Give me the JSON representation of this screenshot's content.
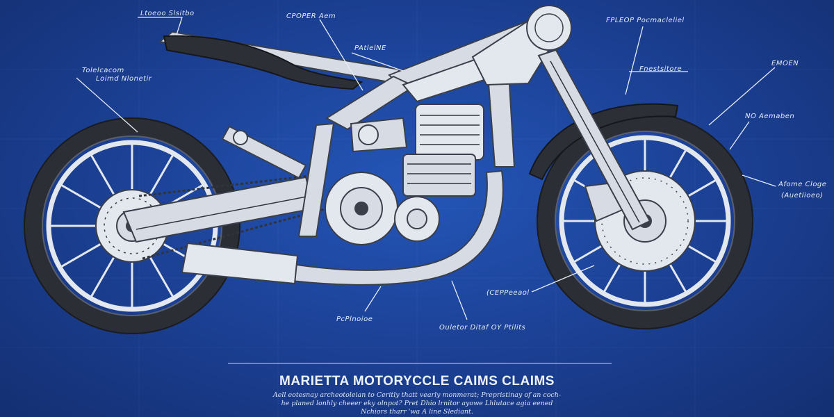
{
  "callouts": {
    "top_left": "Ltoeoo Slsitbo",
    "left_upper": "Tolelcacom",
    "left_lower": "Loimd Nlonetir",
    "frame_top": "CPOPER Aem",
    "frame_mid": "PAtlelNE",
    "right_top": "FPLEOP Pocmacleliel",
    "right_fork": "Fnestsitore",
    "right_fender": "EMOEN",
    "right_axle": "NO Aemaben",
    "right_brake_line1": "Afome Cloge",
    "right_brake_line2": "(Auetlioeo)",
    "caliper": "(CEPPeeaol",
    "footpeg": "PcPlnoioe",
    "exhaust": "Ouletor Ditaf OY Ptilits"
  },
  "caption": {
    "title": "MARIETTA MOTORYCCLE CAIMS CLAIMS",
    "line1": "Aell eotesnay archeotoleian to Ceritly thatt vearly monmerat; Prepristinay of an coch-",
    "line2": "he planed lonhly cheeer eky olnpot? Pret Dhio lrnitor ayowe Lhlutace agia eened",
    "line3": "Nchiors tharr 'wa A line Slediant."
  },
  "colors": {
    "background": "#1b3f92",
    "line": "#e6ecf7",
    "metal": "#d6dbe4",
    "tire": "#2b2e35"
  }
}
